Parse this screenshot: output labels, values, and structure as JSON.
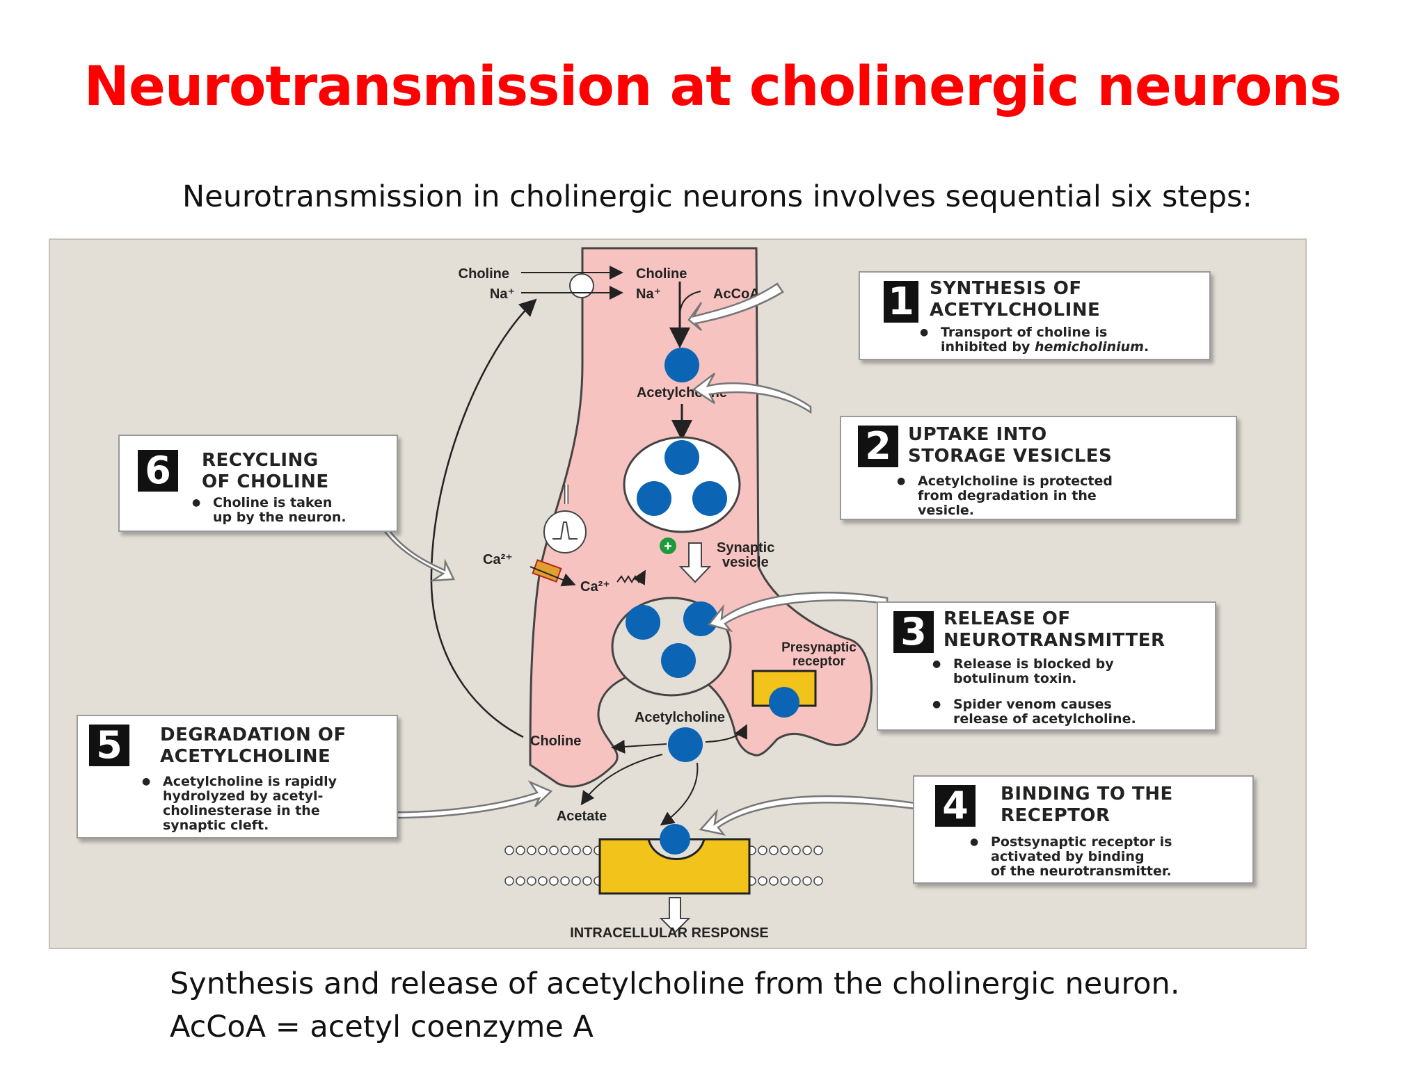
{
  "title": "Neurotransmission at cholinergic neurons",
  "intro": "Neurotransmission in cholinergic neurons involves sequential six steps:",
  "caption": {
    "line1": "Synthesis and release of acetylcholine from the cholinergic neuron.",
    "line2": "AcCoA = acetyl coenzyme A"
  },
  "diagram_labels": {
    "choline_out": "Choline",
    "na_out": "Na⁺",
    "choline_in": "Choline",
    "na_in": "Na⁺",
    "accoa": "AcCoA",
    "acetylcholine_top": "Acetylcholine",
    "ca_out": "Ca²⁺",
    "ca_in": "Ca²⁺",
    "synaptic_vesicle_1": "Synaptic",
    "synaptic_vesicle_2": "vesicle",
    "presynaptic_receptor_1": "Presynaptic",
    "presynaptic_receptor_2": "receptor",
    "acetylcholine_cleft": "Acetylcholine",
    "choline_cleft": "Choline",
    "acetate": "Acetate",
    "intracellular_response": "INTRACELLULAR RESPONSE"
  },
  "steps": [
    {
      "number": "1",
      "heading_1": "SYNTHESIS OF",
      "heading_2": "ACETYLCHOLINE",
      "bullet_a_1": "Transport of choline is",
      "bullet_a_2_plain": "inhibited by ",
      "bullet_a_2_italic": "hemicholinium",
      "bullet_a_2_end": "."
    },
    {
      "number": "2",
      "heading_1": "UPTAKE INTO",
      "heading_2": "STORAGE VESICLES",
      "bullet_a_1": "Acetylcholine is protected",
      "bullet_a_2": "from degradation in the",
      "bullet_a_3": "vesicle."
    },
    {
      "number": "3",
      "heading_1": "RELEASE OF",
      "heading_2": "NEUROTRANSMITTER",
      "bullet_a_1": "Release is blocked by",
      "bullet_a_2": "botulinum toxin.",
      "bullet_b_1": "Spider venom causes",
      "bullet_b_2": "release of acetylcholine."
    },
    {
      "number": "4",
      "heading_1": "BINDING TO THE",
      "heading_2": "RECEPTOR",
      "bullet_a_1": "Postsynaptic receptor is",
      "bullet_a_2": "activated by binding",
      "bullet_a_3": "of the neurotransmitter."
    },
    {
      "number": "5",
      "heading_1": "DEGRADATION OF",
      "heading_2": "ACETYLCHOLINE",
      "bullet_a_1": "Acetylcholine is rapidly",
      "bullet_a_2": "hydrolyzed by acetyl-",
      "bullet_a_3": "cholinesterase in the",
      "bullet_a_4": "synaptic cleft."
    },
    {
      "number": "6",
      "heading_1": "RECYCLING",
      "heading_2": "OF CHOLINE",
      "bullet_a_1": "Choline is taken",
      "bullet_a_2": "up by the neuron."
    }
  ],
  "colors": {
    "title": "#ff0000",
    "neuron_fill": "#f6c3c0",
    "acetylcholine": "#0b64b4",
    "receptor": "#f2c31a",
    "figure_background": "#e3ded6"
  }
}
